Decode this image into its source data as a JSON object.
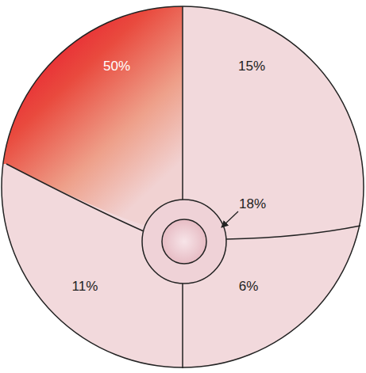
{
  "diagram": {
    "labels": [
      "50%",
      "15%",
      "18%",
      "11%",
      "6%"
    ]
  }
}
